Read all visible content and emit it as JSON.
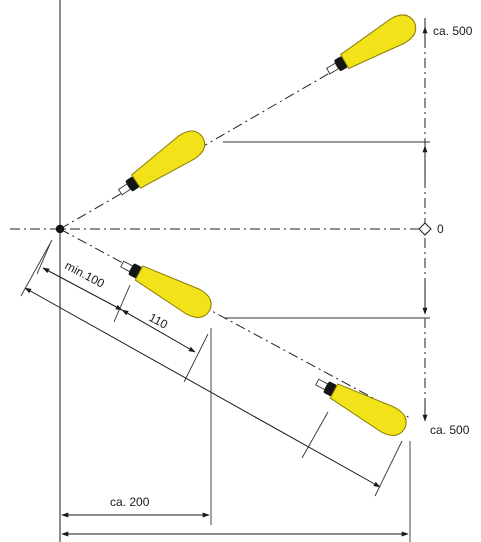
{
  "labels": {
    "top_distance": "ca. 500",
    "bottom_distance": "ca. 500",
    "zero": "0",
    "min_distance": "min.100",
    "handle_length": "110",
    "horizontal_distance": "ca. 200"
  },
  "colors": {
    "handle_yellow": "#f2e21a",
    "handle_outline": "#8a7d00",
    "cap_black": "#151515",
    "shaft_white": "#ffffff",
    "line": "#1a1a1a"
  },
  "icons": {
    "pivot": "pivot-point-icon",
    "handle": "yellow-handle-icon"
  }
}
